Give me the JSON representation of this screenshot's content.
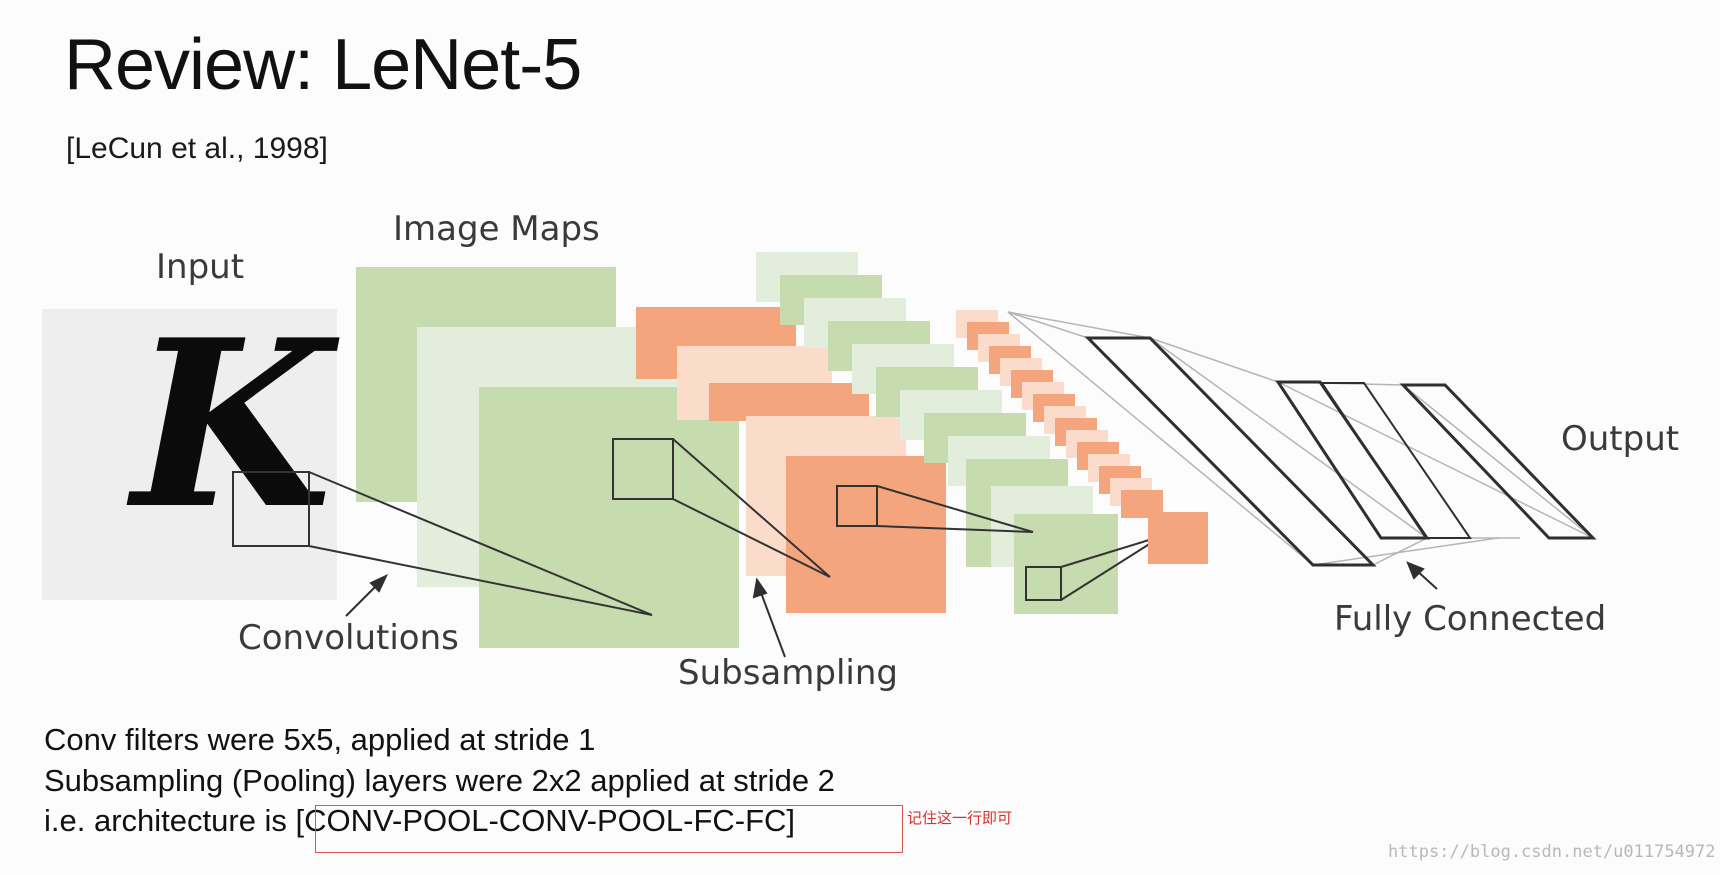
{
  "title": "Review: LeNet-5",
  "citation": "[LeCun et al., 1998]",
  "diagram": {
    "labels": {
      "input": "Input",
      "image_maps": "Image Maps",
      "output": "Output",
      "convolutions": "Convolutions",
      "subsampling": "Subsampling",
      "fully_connected": "Fully Connected"
    },
    "input_glyph": "K",
    "colors": {
      "green_dark": "#c6dbae",
      "green_light": "#e3eddb",
      "orange_dark": "#f4a57e",
      "orange_light": "#fbdccb",
      "input_bg": "#eeeeef"
    }
  },
  "notes": {
    "line1": "Conv filters were 5x5, applied at stride 1",
    "line2": "Subsampling (Pooling) layers were 2x2 applied at stride 2",
    "line3_prefix": "i.e. architecture is ",
    "architecture": "[CONV-POOL-CONV-POOL-FC-FC]"
  },
  "annotation": "记住这一行即可",
  "watermark": "https://blog.csdn.net/u011754972"
}
